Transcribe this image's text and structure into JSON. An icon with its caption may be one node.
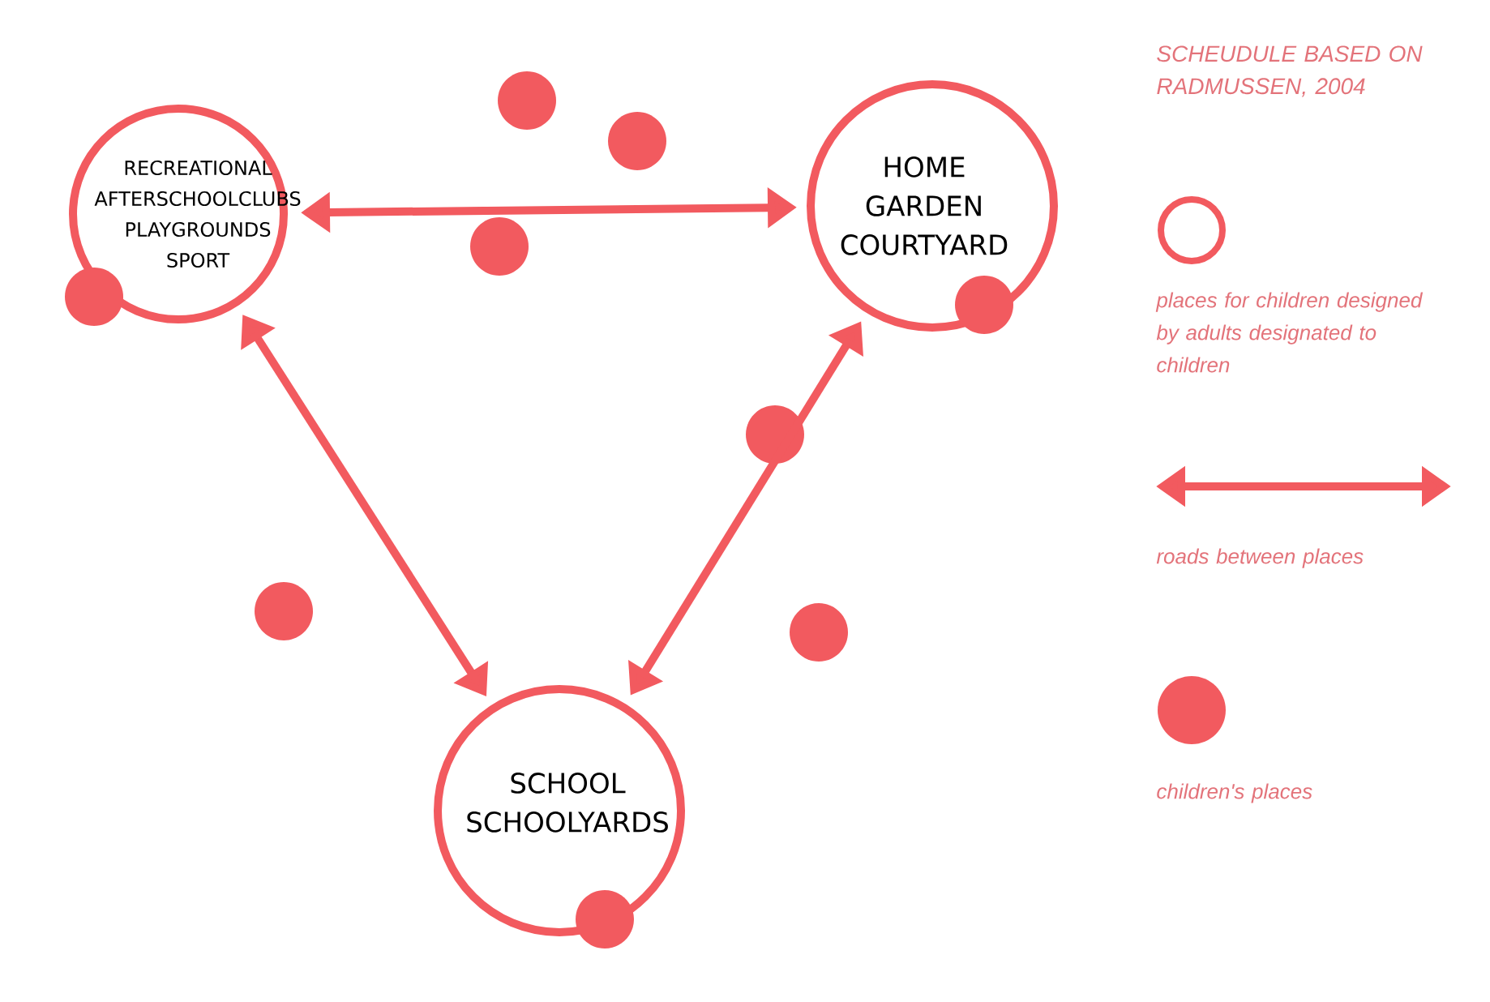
{
  "diagram": {
    "nodes": [
      {
        "text": [
          "RECREATIONAL",
          "AFTERSCHOOLCLUBS",
          "PLAYGROUNDS",
          "SPORT"
        ]
      },
      {
        "text": [
          "HOME",
          "GARDEN",
          "COURTYARD"
        ]
      },
      {
        "text": [
          "SCHOOL",
          "SCHOOLYARDS"
        ]
      }
    ],
    "edges": [
      {
        "from": 0,
        "to": 1,
        "arrow": "both"
      },
      {
        "from": 0,
        "to": 2,
        "arrow": "both"
      },
      {
        "from": 1,
        "to": 2,
        "arrow": "both"
      }
    ],
    "labels": [
      "SCHEUDULE BASED ON RADMUSSEN, 2004"
    ],
    "legend": [
      {
        "text": "places for children designed by adults designated to children"
      },
      {
        "text": "roads between places"
      },
      {
        "text": "children's places",
        "color": "#f25a5f"
      }
    ]
  }
}
